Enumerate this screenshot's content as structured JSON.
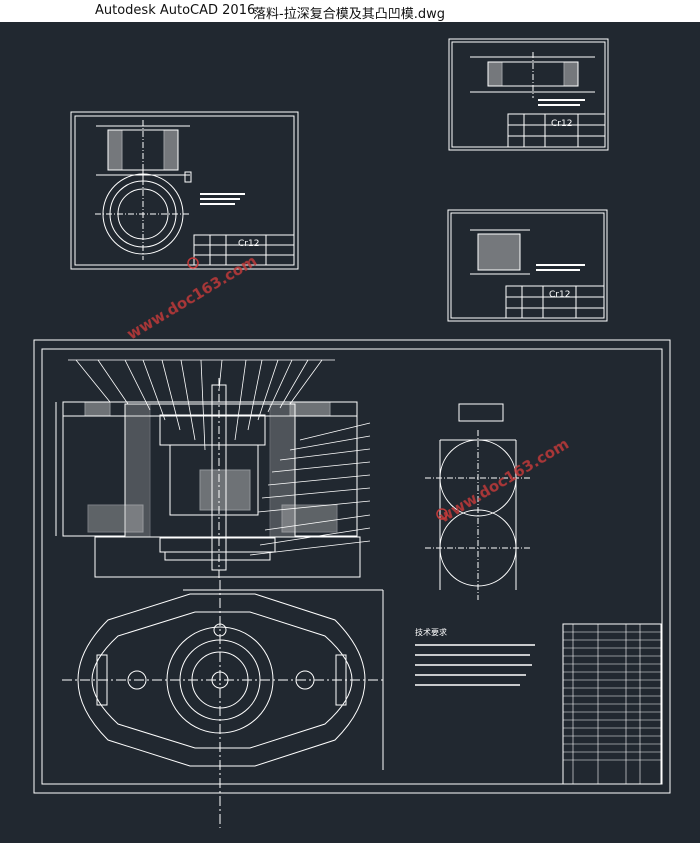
{
  "window": {
    "app_name": "Autodesk AutoCAD 2016",
    "file_name": "落料-拉深复合模及其凸凹模.dwg"
  },
  "drawing": {
    "material_label": "Cr12",
    "watermark": "www.doc163.com",
    "tech_requirements_title": "技术要求",
    "theme": {
      "background": "#212830",
      "line": "#ffffff",
      "watermark": "#c23a3a"
    }
  }
}
